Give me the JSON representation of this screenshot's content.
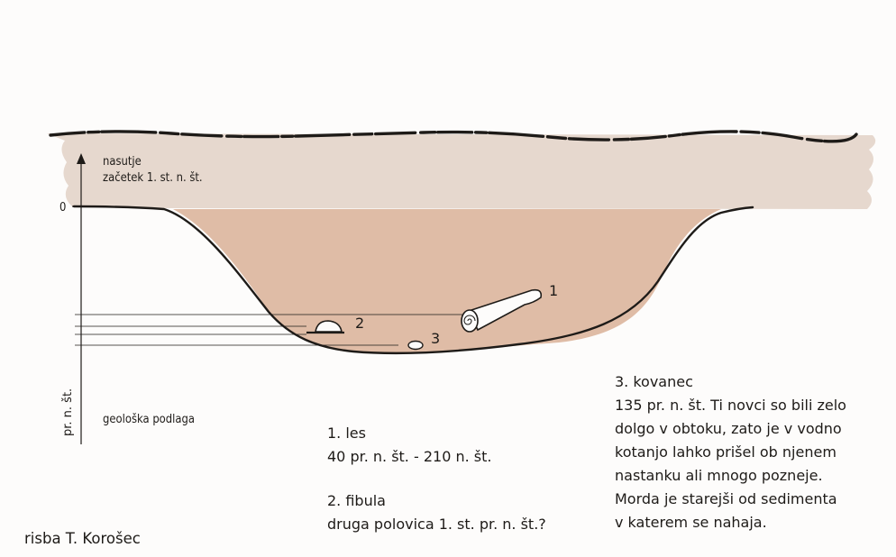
{
  "colors": {
    "fill_layer": "#e6d8ce",
    "pit_fill": "#dfbca6",
    "outline": "#1e1b18"
  },
  "labels": {
    "fill_layer": "nasutje",
    "fill_date": "začetek 1. st. n. št.",
    "zero": "0",
    "axis_unit": "pr. n. št.",
    "bedrock": "geološka podlaga"
  },
  "markers": [
    "1",
    "2",
    "3"
  ],
  "captions": {
    "wood": {
      "title": "1. les",
      "date": "40 pr. n. št. - 210 n. št."
    },
    "fibula": {
      "title": "2. fibula",
      "date": "druga polovica 1. st. pr. n. št.?"
    },
    "coin": {
      "title": "3. kovanec",
      "lines": [
        "135 pr. n. št. Ti novci so bili zelo",
        "dolgo v obtoku, zato je v vodno",
        "kotanjo lahko prišel ob njenem",
        "nastanku ali mnogo pozneje.",
        "Morda je starejši od sedimenta",
        "v katerem se nahaja."
      ]
    }
  },
  "credit": "risba T. Korošec"
}
